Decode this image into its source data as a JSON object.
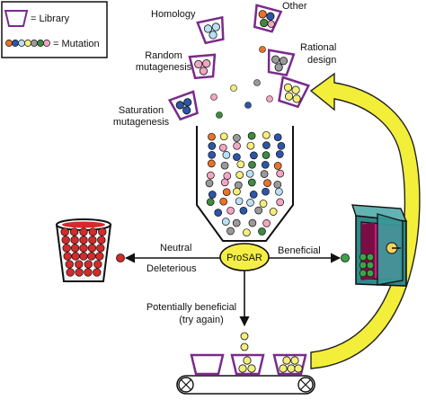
{
  "legend": {
    "library_label": "= Library",
    "mutation_label": "= Mutation",
    "mutation_colors": [
      "#e8732a",
      "#2d55a8",
      "#b9e0f5",
      "#f4ee7c",
      "#9a9a9a",
      "#3f8a3f",
      "#f2a6c3"
    ]
  },
  "sources": {
    "homology": "Homology",
    "other": "Other",
    "random_line1": "Random",
    "random_line2": "mutagenesis",
    "rational_line1": "Rational",
    "rational_line2": "design",
    "saturation_line1": "Saturation",
    "saturation_line2": "mutagenesis"
  },
  "center": {
    "label": "ProSAR"
  },
  "outcomes": {
    "neutral": "Neutral",
    "deleterious": "Deleterious",
    "beneficial": "Beneficial",
    "potential_line1": "Potentially beneficial",
    "potential_line2": "(try again)"
  },
  "colors": {
    "library_outline": "#7a2a8c",
    "arrow_yellow": "#f3ee3a",
    "arrow_yellow_stroke": "#222222",
    "prosar_fill": "#f4ee46",
    "trash_red": "#d42a2a",
    "vault_teal": "#2f8a8a",
    "vault_pink": "#c81f78",
    "beneficial_green": "#3aa547"
  },
  "icons": {
    "trash": "trash-bin-icon",
    "vault": "vault-safe-icon",
    "conveyor": "conveyor-belt-icon"
  }
}
